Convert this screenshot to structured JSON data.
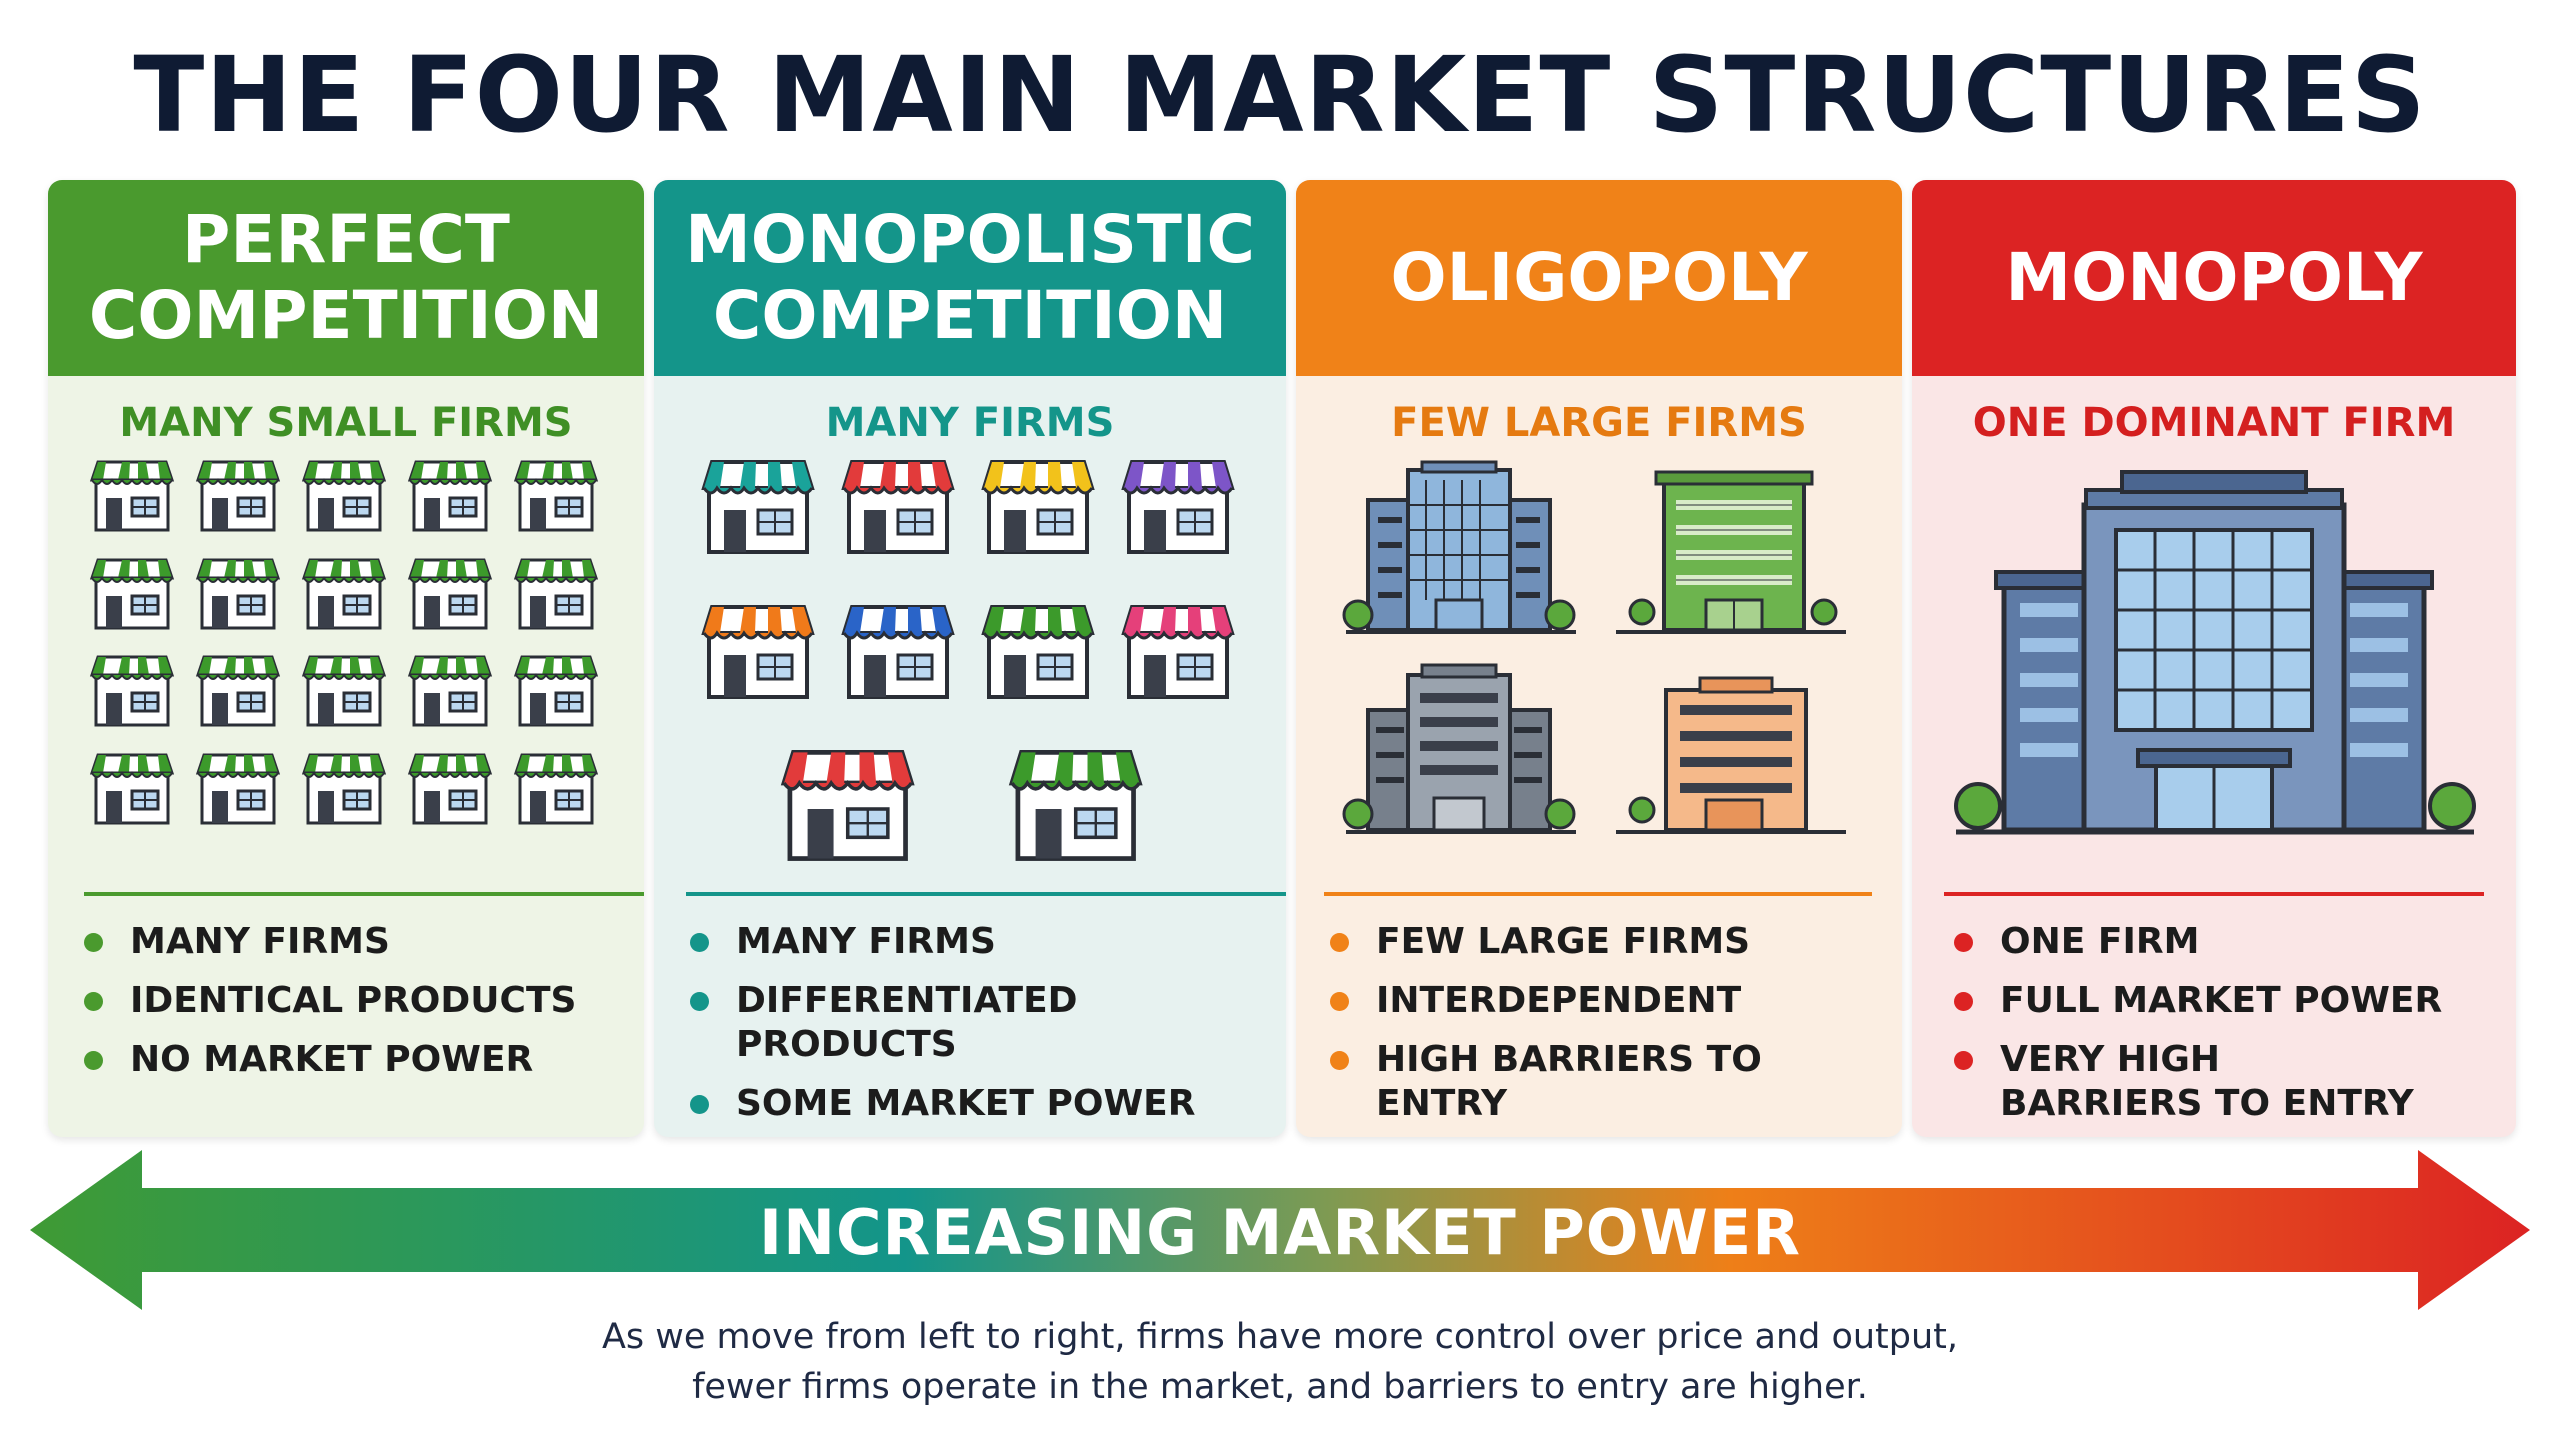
{
  "title": "THE FOUR MAIN MARKET STRUCTURES",
  "colors": {
    "green": "#4a9a2e",
    "teal": "#14958a",
    "orange": "#f08218",
    "red": "#dc2323",
    "title": "#0f1b33"
  },
  "structures": [
    {
      "name_line1": "PERFECT",
      "name_line2": "COMPETITION",
      "subtitle": "MANY SMALL FIRMS",
      "icon": "striped-awning-shop-icons",
      "bullets": [
        "MANY FIRMS",
        "IDENTICAL PRODUCTS",
        "NO MARKET POWER"
      ]
    },
    {
      "name_line1": "MONOPOLISTIC",
      "name_line2": "COMPETITION",
      "subtitle": "MANY FIRMS",
      "icon": "multicolor-awning-shop-icons",
      "bullets": [
        "MANY FIRMS",
        "DIFFERENTIATED PRODUCTS",
        "SOME MARKET POWER"
      ]
    },
    {
      "name_line1": "OLIGOPOLY",
      "name_line2": "",
      "subtitle": "FEW LARGE FIRMS",
      "icon": "office-building-icons",
      "bullets": [
        "FEW LARGE FIRMS",
        "INTERDEPENDENT",
        "HIGH BARRIERS TO ENTRY"
      ]
    },
    {
      "name_line1": "MONOPOLY",
      "name_line2": "",
      "subtitle": "ONE DOMINANT FIRM",
      "icon": "large-corporate-building-icon",
      "bullets": [
        "ONE FIRM",
        "FULL MARKET POWER",
        "VERY HIGH BARRIERS TO ENTRY"
      ]
    }
  ],
  "arrow": {
    "label": "INCREASING MARKET POWER",
    "icon": "double-headed-gradient-arrow"
  },
  "caption": {
    "line1": "As we move from left to right, firms have more control over price and output,",
    "line2": "fewer firms operate in the market, and barriers to entry are higher."
  }
}
